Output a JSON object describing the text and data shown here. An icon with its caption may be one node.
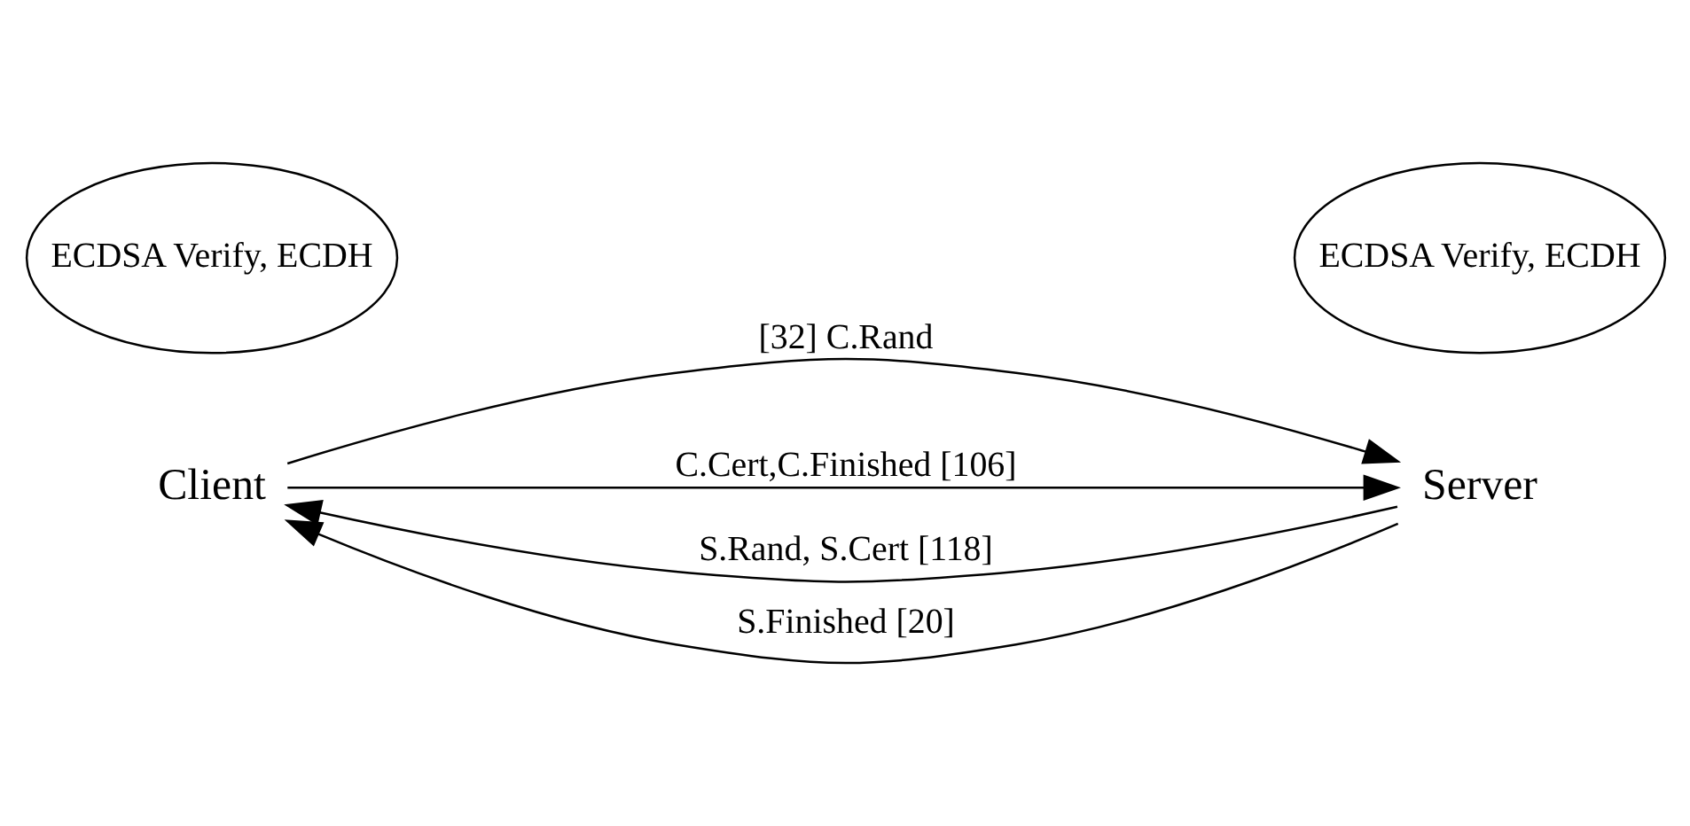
{
  "diagram": {
    "nodes": [
      {
        "text": [
          "Client"
        ]
      },
      {
        "text": [
          "Server"
        ]
      },
      {
        "text": [
          "ECDSA Verify, ECDH"
        ]
      },
      {
        "text": [
          "ECDSA Verify, ECDH"
        ]
      }
    ],
    "edges": [
      {
        "from": 0,
        "to": 1,
        "arrow": "to",
        "label": "[32] C.Rand"
      },
      {
        "from": 1,
        "to": 0,
        "arrow": "to",
        "label": "S.Rand, S.Cert [118]"
      },
      {
        "from": 0,
        "to": 1,
        "arrow": "to",
        "label": "C.Cert,C.Finished [106]"
      },
      {
        "from": 1,
        "to": 0,
        "arrow": "to",
        "label": "S.Finished [20]"
      }
    ]
  }
}
